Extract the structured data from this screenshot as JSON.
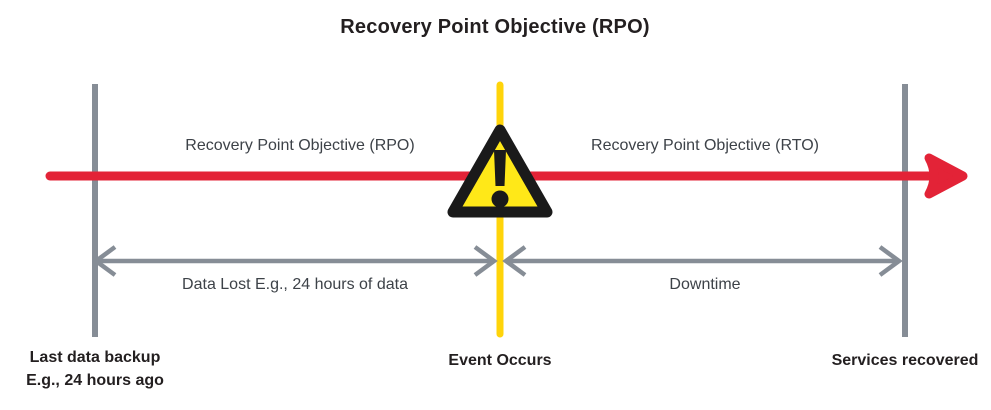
{
  "title": "Recovery Point Objective (RPO)",
  "timeline": {
    "left_segment_label": "Recovery Point Objective (RPO)",
    "right_segment_label": "Recovery Point Objective (RTO)"
  },
  "spans": {
    "data_lost_label": "Data Lost E.g., 24 hours of data",
    "downtime_label": "Downtime"
  },
  "milestones": {
    "backup_line1": "Last data backup",
    "backup_line2": "E.g., 24 hours ago",
    "event_label": "Event Occurs",
    "recovered_label": "Services recovered"
  },
  "icons": {
    "warning": "warning-triangle-icon",
    "arrowhead": "red-arrowhead-icon"
  },
  "colors": {
    "red": "#E32337",
    "gray": "#868D96",
    "yellow_line": "#FFD40A",
    "triangle_fill": "#FFE818",
    "triangle_border": "#1A1A1A",
    "title_text": "#231F20",
    "label_text": "#3D4248",
    "background": "#FFFFFF"
  }
}
